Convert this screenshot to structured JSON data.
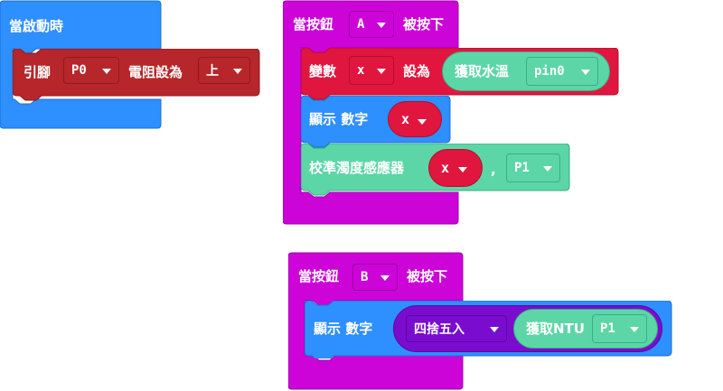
{
  "colors": {
    "basic_blue": "#2e8fff",
    "basic_blue_dark": "#1f6fd1",
    "pins_red": "#b7262a",
    "pins_red_dark": "#8f1b1f",
    "input_magenta": "#cc04d8",
    "input_magenta_dark": "#9c00a8",
    "variable_red": "#e0163f",
    "variable_red_dark": "#b00f30",
    "sensor_green": "#5cd6a7",
    "sensor_green_dark": "#3aae84",
    "math_purple": "#7a0ccf",
    "math_purple_dark": "#5a0899"
  },
  "on_start": {
    "hat_label": "當啟動時",
    "set_pull": {
      "label_prefix": "引腳",
      "pin_value": "P0",
      "label_mid": "電阻設為",
      "mode_value": "上"
    }
  },
  "on_button_a": {
    "hat_label_prefix": "當按鈕",
    "button_value": "A",
    "hat_label_suffix": "被按下",
    "set_var": {
      "label_prefix": "變數",
      "var_value": "x",
      "label_mid": "設為",
      "reporter_label": "獲取水溫",
      "reporter_pin": "pin0"
    },
    "show_number": {
      "label": "顯示 數字",
      "var_value": "x"
    },
    "calibrate": {
      "label": "校準濁度感應器",
      "var_value": "x",
      "separator": ",",
      "pin_value": "P1"
    }
  },
  "on_button_b": {
    "hat_label_prefix": "當按鈕",
    "button_value": "B",
    "hat_label_suffix": "被按下",
    "show_number": {
      "label": "顯示 數字",
      "round_label": "四捨五入",
      "reporter_label": "獲取NTU",
      "reporter_pin": "P1"
    }
  }
}
